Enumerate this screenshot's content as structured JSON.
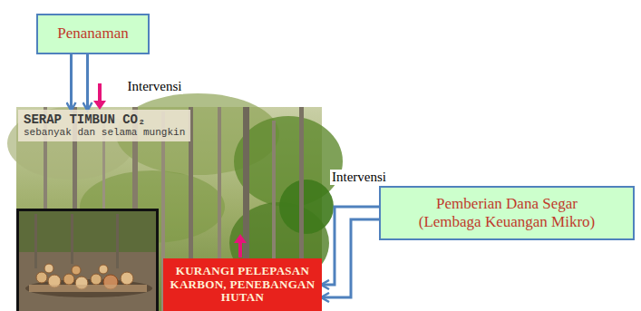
{
  "diagram": {
    "nodes": [
      {
        "text": [
          "Penanaman"
        ]
      },
      {
        "text": [
          "SERAP TIMBUN CO₂",
          "sebanyak dan selama mungkin"
        ]
      },
      {
        "text": [
          "KURANGI PELEPASAN KARBON, PENEBANGAN HUTAN"
        ]
      },
      {
        "text": [
          "Pemberian Dana Segar (Lembaga Keuangan Mikro)"
        ]
      }
    ],
    "edges": [
      {
        "from": 0,
        "to": 1,
        "arrow": "to",
        "label": "Intervensi"
      },
      {
        "from": 3,
        "to": 2,
        "arrow": "to",
        "label": "Intervensi"
      }
    ]
  }
}
